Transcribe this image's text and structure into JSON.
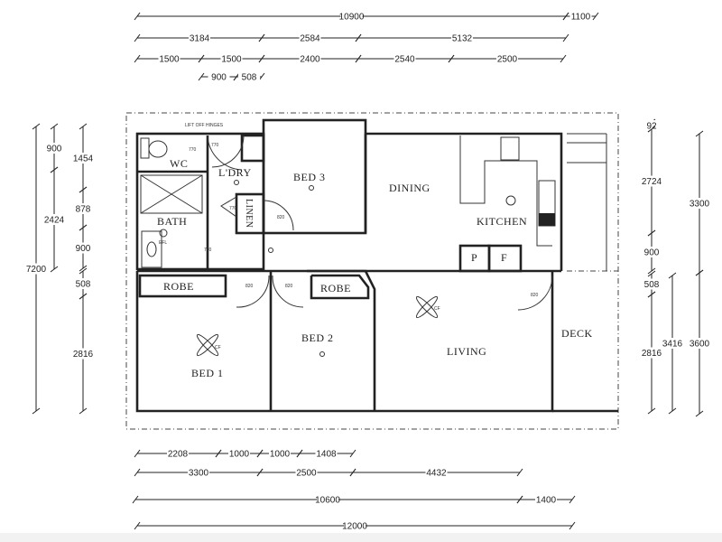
{
  "plan": {
    "rooms": {
      "wc": "WC",
      "laundry": "L'DRY",
      "linen": "LINEN",
      "bath": "BATH",
      "bed3": "BED 3",
      "dining": "DINING",
      "kitchen": "KITCHEN",
      "pantry": "P",
      "fridge": "F",
      "robe1": "ROBE",
      "robe2": "ROBE",
      "bed1": "BED 1",
      "bed2": "BED 2",
      "living": "LIVING",
      "deck": "DECK"
    },
    "notes": {
      "lift_off_hinges": "LIFT OFF HINGES",
      "exhaust_fan": "EFL",
      "ceiling_fan": "CF"
    },
    "door_sizes": {
      "wc": "770",
      "laundry": "770",
      "linen": "770",
      "bath": "770",
      "bed3": "820",
      "bed1": "820",
      "bed2": "820",
      "living": "820"
    }
  },
  "dimensions": {
    "top": [
      "10900",
      "1100",
      "3184",
      "2584",
      "5132",
      "1500",
      "1500",
      "2400",
      "2540",
      "2500",
      "900",
      "508"
    ],
    "left": [
      "7200",
      "900",
      "2424",
      "1454",
      "878",
      "900",
      "508",
      "2816"
    ],
    "right": [
      "92",
      "2724",
      "900",
      "508",
      "2816",
      "3416",
      "3300",
      "3600"
    ],
    "bottom": [
      "2208",
      "1000",
      "1000",
      "1408",
      "3300",
      "2500",
      "4432",
      "10600",
      "1400",
      "12000"
    ]
  }
}
